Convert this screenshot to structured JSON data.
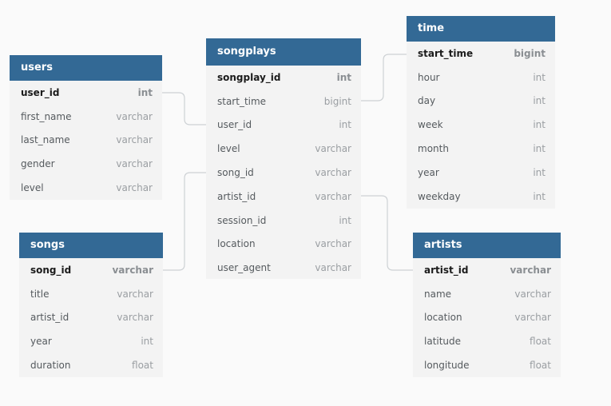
{
  "tables": {
    "users": {
      "title": "users",
      "fields": [
        {
          "name": "user_id",
          "type": "int",
          "pk": true
        },
        {
          "name": "first_name",
          "type": "varchar"
        },
        {
          "name": "last_name",
          "type": "varchar"
        },
        {
          "name": "gender",
          "type": "varchar"
        },
        {
          "name": "level",
          "type": "varchar"
        }
      ]
    },
    "songs": {
      "title": "songs",
      "fields": [
        {
          "name": "song_id",
          "type": "varchar",
          "pk": true
        },
        {
          "name": "title",
          "type": "varchar"
        },
        {
          "name": "artist_id",
          "type": "varchar"
        },
        {
          "name": "year",
          "type": "int"
        },
        {
          "name": "duration",
          "type": "float"
        }
      ]
    },
    "songplays": {
      "title": "songplays",
      "fields": [
        {
          "name": "songplay_id",
          "type": "int",
          "pk": true
        },
        {
          "name": "start_time",
          "type": "bigint"
        },
        {
          "name": "user_id",
          "type": "int"
        },
        {
          "name": "level",
          "type": "varchar"
        },
        {
          "name": "song_id",
          "type": "varchar"
        },
        {
          "name": "artist_id",
          "type": "varchar"
        },
        {
          "name": "session_id",
          "type": "int"
        },
        {
          "name": "location",
          "type": "varchar"
        },
        {
          "name": "user_agent",
          "type": "varchar"
        }
      ]
    },
    "time": {
      "title": "time",
      "fields": [
        {
          "name": "start_time",
          "type": "bigint",
          "pk": true
        },
        {
          "name": "hour",
          "type": "int"
        },
        {
          "name": "day",
          "type": "int"
        },
        {
          "name": "week",
          "type": "int"
        },
        {
          "name": "month",
          "type": "int"
        },
        {
          "name": "year",
          "type": "int"
        },
        {
          "name": "weekday",
          "type": "int"
        }
      ]
    },
    "artists": {
      "title": "artists",
      "fields": [
        {
          "name": "artist_id",
          "type": "varchar",
          "pk": true
        },
        {
          "name": "name",
          "type": "varchar"
        },
        {
          "name": "location",
          "type": "varchar"
        },
        {
          "name": "latitude",
          "type": "float"
        },
        {
          "name": "longitude",
          "type": "float"
        }
      ]
    }
  },
  "relationships": [
    {
      "from_table": "users",
      "from_field": "user_id",
      "to_table": "songplays",
      "to_field": "user_id"
    },
    {
      "from_table": "songs",
      "from_field": "song_id",
      "to_table": "songplays",
      "to_field": "song_id"
    },
    {
      "from_table": "songplays",
      "from_field": "start_time",
      "to_table": "time",
      "to_field": "start_time"
    },
    {
      "from_table": "songplays",
      "from_field": "artist_id",
      "to_table": "artists",
      "to_field": "artist_id"
    }
  ],
  "colors": {
    "header": "#336995",
    "header_text": "#ffffff",
    "table_bg": "#f3f3f3",
    "connector": "#cdd1d4",
    "page_bg": "#fafafa"
  }
}
